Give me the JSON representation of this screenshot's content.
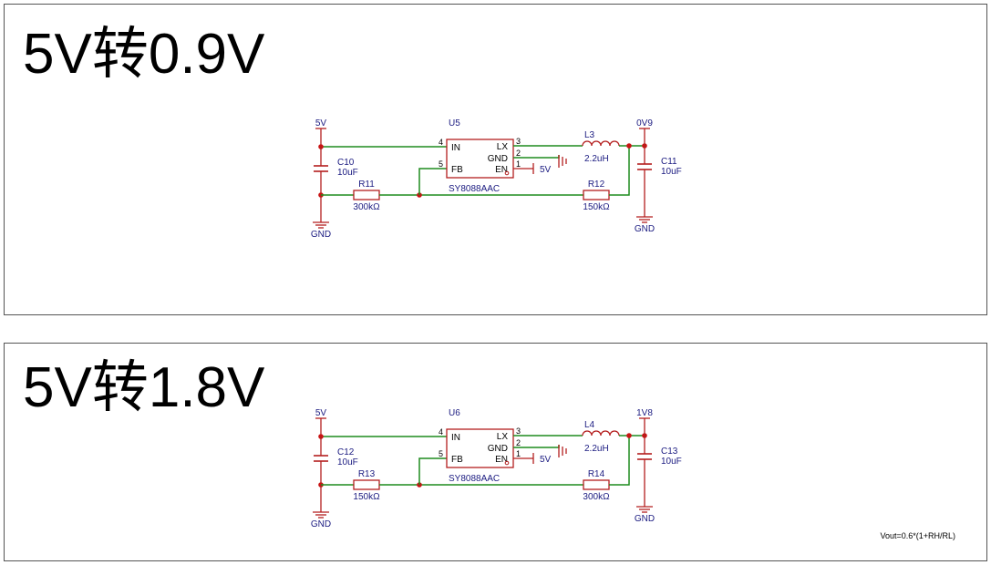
{
  "panels": [
    {
      "title": "5V转0.9V",
      "labels": {
        "vin_net": "5V",
        "ic_ref": "U5",
        "ic_part": "SY8088AAC",
        "pin_in": "IN",
        "pin_fb": "FB",
        "pin_lx": "LX",
        "pin_gnd": "GND",
        "pin_en": "EN",
        "pin_in_num": "4",
        "pin_fb_num": "5",
        "pin_lx_num": "3",
        "pin_gnd_num": "2",
        "pin_en_num": "1",
        "en_net": "5V",
        "l_ref": "L3",
        "l_val": "2.2uH",
        "vout_net": "0V9",
        "cin_ref": "C10",
        "cin_val": "10uF",
        "cout_ref": "C11",
        "cout_val": "10uF",
        "rl_ref": "R11",
        "rl_val": "300kΩ",
        "rh_ref": "R12",
        "rh_val": "150kΩ",
        "gnd_left": "GND",
        "gnd_right": "GND"
      }
    },
    {
      "title": "5V转1.8V",
      "labels": {
        "vin_net": "5V",
        "ic_ref": "U6",
        "ic_part": "SY8088AAC",
        "pin_in": "IN",
        "pin_fb": "FB",
        "pin_lx": "LX",
        "pin_gnd": "GND",
        "pin_en": "EN",
        "pin_in_num": "4",
        "pin_fb_num": "5",
        "pin_lx_num": "3",
        "pin_gnd_num": "2",
        "pin_en_num": "1",
        "en_net": "5V",
        "l_ref": "L4",
        "l_val": "2.2uH",
        "vout_net": "1V8",
        "cin_ref": "C12",
        "cin_val": "10uF",
        "cout_ref": "C13",
        "cout_val": "10uF",
        "rl_ref": "R13",
        "rl_val": "150kΩ",
        "rh_ref": "R14",
        "rh_val": "300kΩ",
        "gnd_left": "GND",
        "gnd_right": "GND"
      }
    }
  ],
  "formula": "Vout=0.6*(1+RH/RL)",
  "colors": {
    "wire": "#1e8c1e",
    "component": "#b41e1e",
    "net_label": "#1a1a80",
    "junction": "#c81414"
  }
}
